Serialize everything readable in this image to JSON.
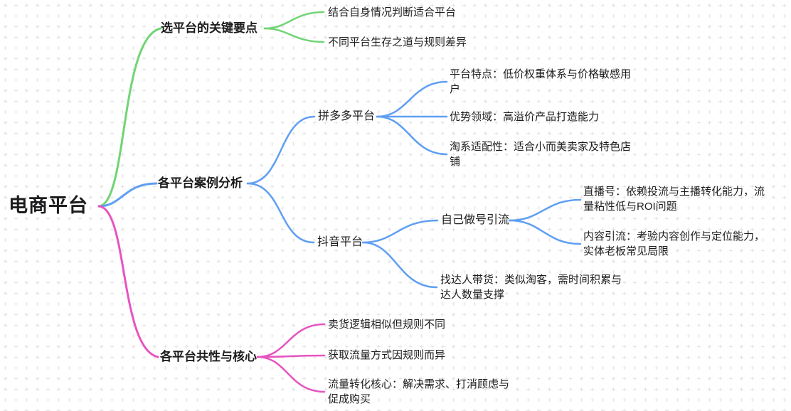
{
  "root": {
    "label": "电商平台"
  },
  "colors": {
    "green": "#71d475",
    "blue": "#5f9ff2",
    "pink": "#e754c1",
    "text": "#1d1d1f",
    "grid_dot": "#e6e6e9"
  },
  "branches": [
    {
      "label": "选平台的关键要点",
      "color": "green",
      "children": [
        {
          "label": "结合自身情况判断适合平台"
        },
        {
          "label": "不同平台生存之道与规则差异"
        }
      ]
    },
    {
      "label": "各平台案例分析",
      "color": "blue",
      "children": [
        {
          "label": "拼多多平台",
          "children": [
            {
              "label": "平台特点：低价权重体系与价格敏感用\n户"
            },
            {
              "label": "优势领域：高溢价产品打造能力"
            },
            {
              "label": "淘系适配性：适合小而美卖家及特色店\n铺"
            }
          ]
        },
        {
          "label": "抖音平台",
          "children": [
            {
              "label": "自己做号引流",
              "children": [
                {
                  "label": "直播号：依赖投流与主播转化能力，流\n量粘性低与ROI问题"
                },
                {
                  "label": "内容引流：考验内容创作与定位能力，\n实体老板常见局限"
                }
              ]
            },
            {
              "label": "找达人带货：类似淘客，需时间积累与\n达人数量支撑"
            }
          ]
        }
      ]
    },
    {
      "label": "各平台共性与核心",
      "color": "pink",
      "children": [
        {
          "label": "卖货逻辑相似但规则不同"
        },
        {
          "label": "获取流量方式因规则而异"
        },
        {
          "label": "流量转化核心：解决需求、打消顾虑与\n促成购买"
        }
      ]
    }
  ]
}
